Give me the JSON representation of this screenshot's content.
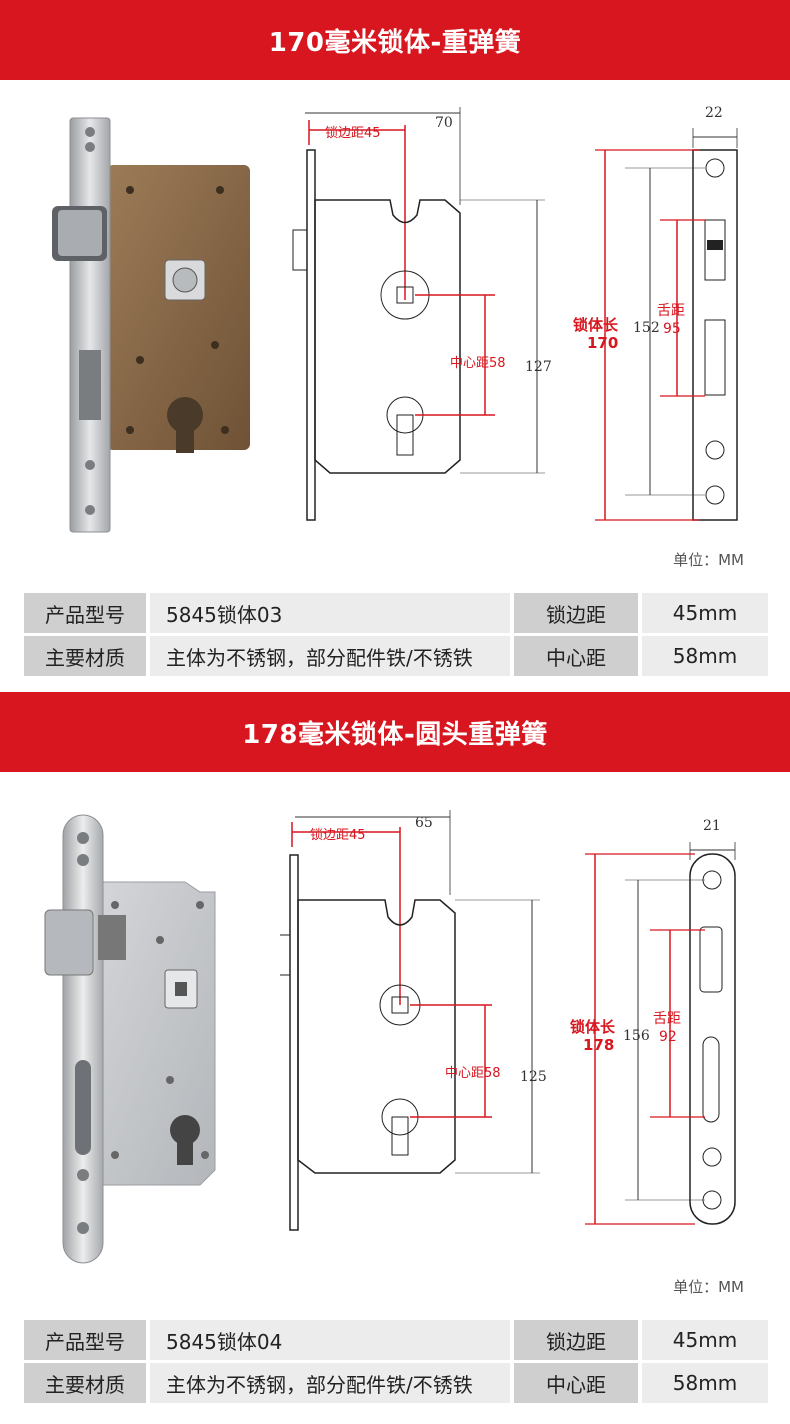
{
  "sections": [
    {
      "title": "170毫米锁体-重弹簧",
      "dims": {
        "width_total": "70",
        "backset": "锁边距45",
        "height": "127",
        "center": "中心距58",
        "face_width": "22",
        "length_label": "锁体长",
        "length_value": "170",
        "hole_span": "152",
        "latch_label": "舌距",
        "latch_value": "95"
      },
      "unit": "单位：MM",
      "specs": {
        "model_label": "产品型号",
        "model_value": "5845锁体03",
        "backset_label": "锁边距",
        "backset_value": "45mm",
        "material_label": "主要材质",
        "material_value": "主体为不锈钢，部分配件铁/不锈铁",
        "center_label": "中心距",
        "center_value": "58mm"
      }
    },
    {
      "title": "178毫米锁体-圆头重弹簧",
      "dims": {
        "width_total": "65",
        "backset": "锁边距45",
        "height": "125",
        "center": "中心距58",
        "face_width": "21",
        "length_label": "锁体长",
        "length_value": "178",
        "hole_span": "156",
        "latch_label": "舌距",
        "latch_value": "92"
      },
      "unit": "单位：MM",
      "specs": {
        "model_label": "产品型号",
        "model_value": "5845锁体04",
        "backset_label": "锁边距",
        "backset_value": "45mm",
        "material_label": "主要材质",
        "material_value": "主体为不锈钢，部分配件铁/不锈铁",
        "center_label": "中心距",
        "center_value": "58mm"
      },
      "colors": {
        "accent": "#d7161f",
        "bronze": "#8a6a48",
        "steel": "#c8cacd"
      }
    }
  ]
}
